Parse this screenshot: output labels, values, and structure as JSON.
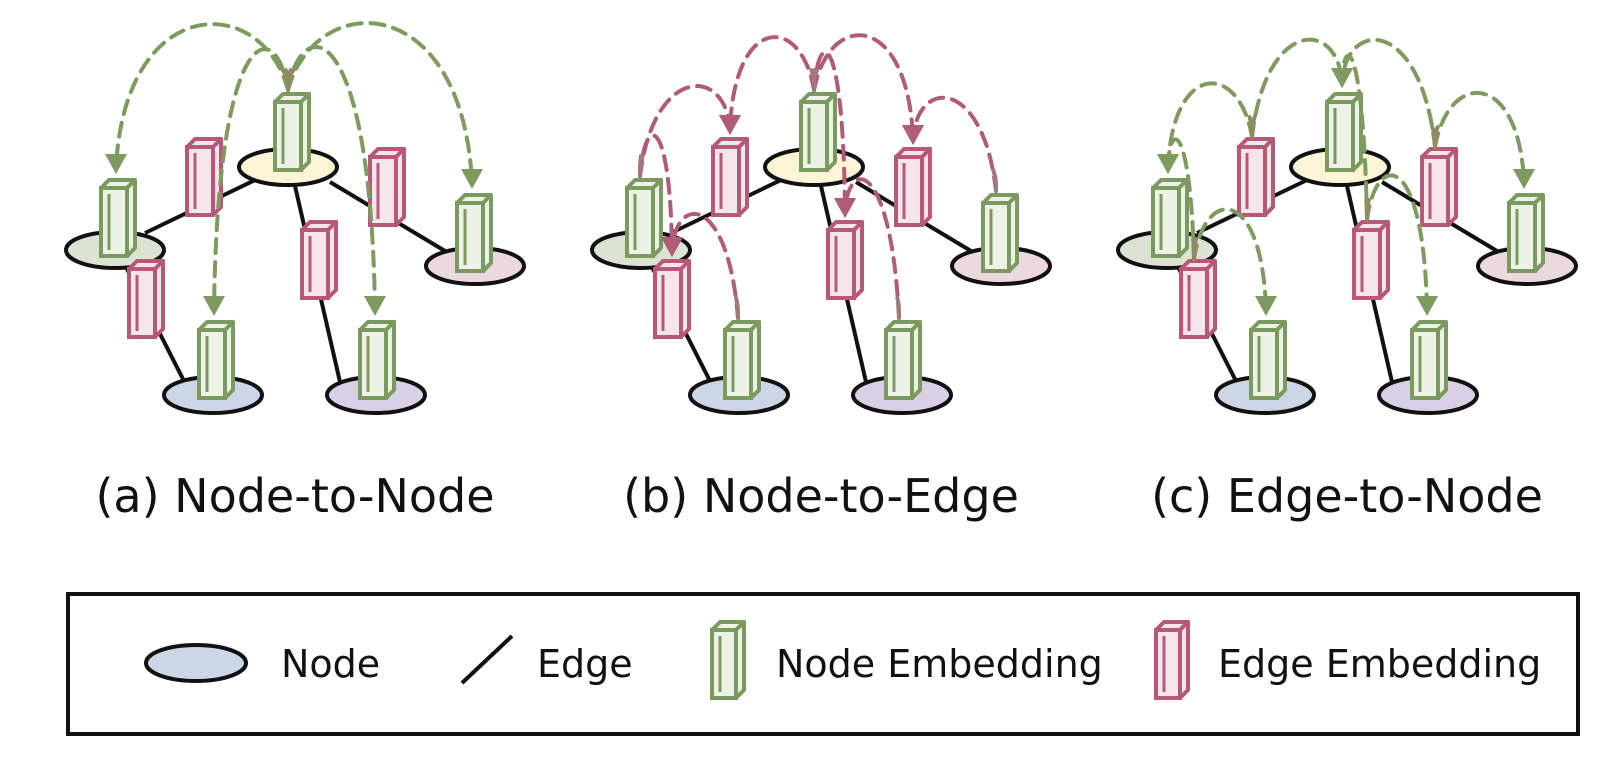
{
  "panels": [
    {
      "id": "a",
      "caption": "(a) Node-to-Node",
      "flows": [
        {
          "from": "n-top",
          "to": "n-left",
          "color": "node"
        },
        {
          "from": "n-top",
          "to": "n-right",
          "color": "node"
        },
        {
          "from": "n-top",
          "to": "n-botleft",
          "color": "node"
        },
        {
          "from": "n-top",
          "to": "n-botright",
          "color": "node"
        }
      ]
    },
    {
      "id": "b",
      "caption": "(b) Node-to-Edge",
      "flows": [
        {
          "from": "n-left",
          "to": "e-left-top",
          "color": "edge"
        },
        {
          "from": "n-top",
          "to": "e-left-top",
          "color": "edge"
        },
        {
          "from": "n-top",
          "to": "e-top-right",
          "color": "edge"
        },
        {
          "from": "n-right",
          "to": "e-top-right",
          "color": "edge"
        },
        {
          "from": "n-top",
          "to": "e-top-botright",
          "color": "edge"
        },
        {
          "from": "n-botright",
          "to": "e-top-botright",
          "color": "edge"
        },
        {
          "from": "n-left",
          "to": "e-left-botleft",
          "color": "edge"
        },
        {
          "from": "n-botleft",
          "to": "e-left-botleft",
          "color": "edge"
        }
      ]
    },
    {
      "id": "c",
      "caption": "(c) Edge-to-Node",
      "flows": [
        {
          "from": "e-left-top",
          "to": "n-left",
          "color": "node"
        },
        {
          "from": "e-left-botleft",
          "to": "n-left",
          "color": "node"
        },
        {
          "from": "e-left-top",
          "to": "n-top",
          "color": "node"
        },
        {
          "from": "e-top-right",
          "to": "n-top",
          "color": "node"
        },
        {
          "from": "e-top-botright",
          "to": "n-top",
          "color": "node"
        },
        {
          "from": "e-top-right",
          "to": "n-right",
          "color": "node"
        },
        {
          "from": "e-left-botleft",
          "to": "n-botleft",
          "color": "node"
        },
        {
          "from": "e-top-botright",
          "to": "n-botright",
          "color": "node"
        }
      ]
    }
  ],
  "graph": {
    "nodes": [
      {
        "id": "n-left",
        "fill": "#dde3d3"
      },
      {
        "id": "n-top",
        "fill": "#fbf4d6"
      },
      {
        "id": "n-right",
        "fill": "#ecd9e0"
      },
      {
        "id": "n-botleft",
        "fill": "#ccd6e6"
      },
      {
        "id": "n-botright",
        "fill": "#d9d0e6"
      }
    ],
    "edges": [
      {
        "id": "e-left-top",
        "a": "n-left",
        "b": "n-top"
      },
      {
        "id": "e-top-right",
        "a": "n-top",
        "b": "n-right"
      },
      {
        "id": "e-top-botright",
        "a": "n-top",
        "b": "n-botright"
      },
      {
        "id": "e-left-botleft",
        "a": "n-left",
        "b": "n-botleft"
      }
    ]
  },
  "colors": {
    "node_embedding_stroke": "#7a9a60",
    "node_embedding_fill": "#edf1e6",
    "edge_embedding_stroke": "#b85878",
    "edge_embedding_fill": "#f6e6ec",
    "node_flow_arrow": "#7f9a5e",
    "edge_flow_arrow": "#b05c78",
    "node_flow_tail": "#8f8a62",
    "edge_flow_tail": "#a07a78",
    "edge_line": "#111111",
    "legend_node_fill": "#ccd6e6"
  },
  "legend": {
    "node_label": "Node",
    "edge_label": "Edge",
    "node_embedding_label": "Node Embedding",
    "edge_embedding_label": "Edge Embedding"
  }
}
